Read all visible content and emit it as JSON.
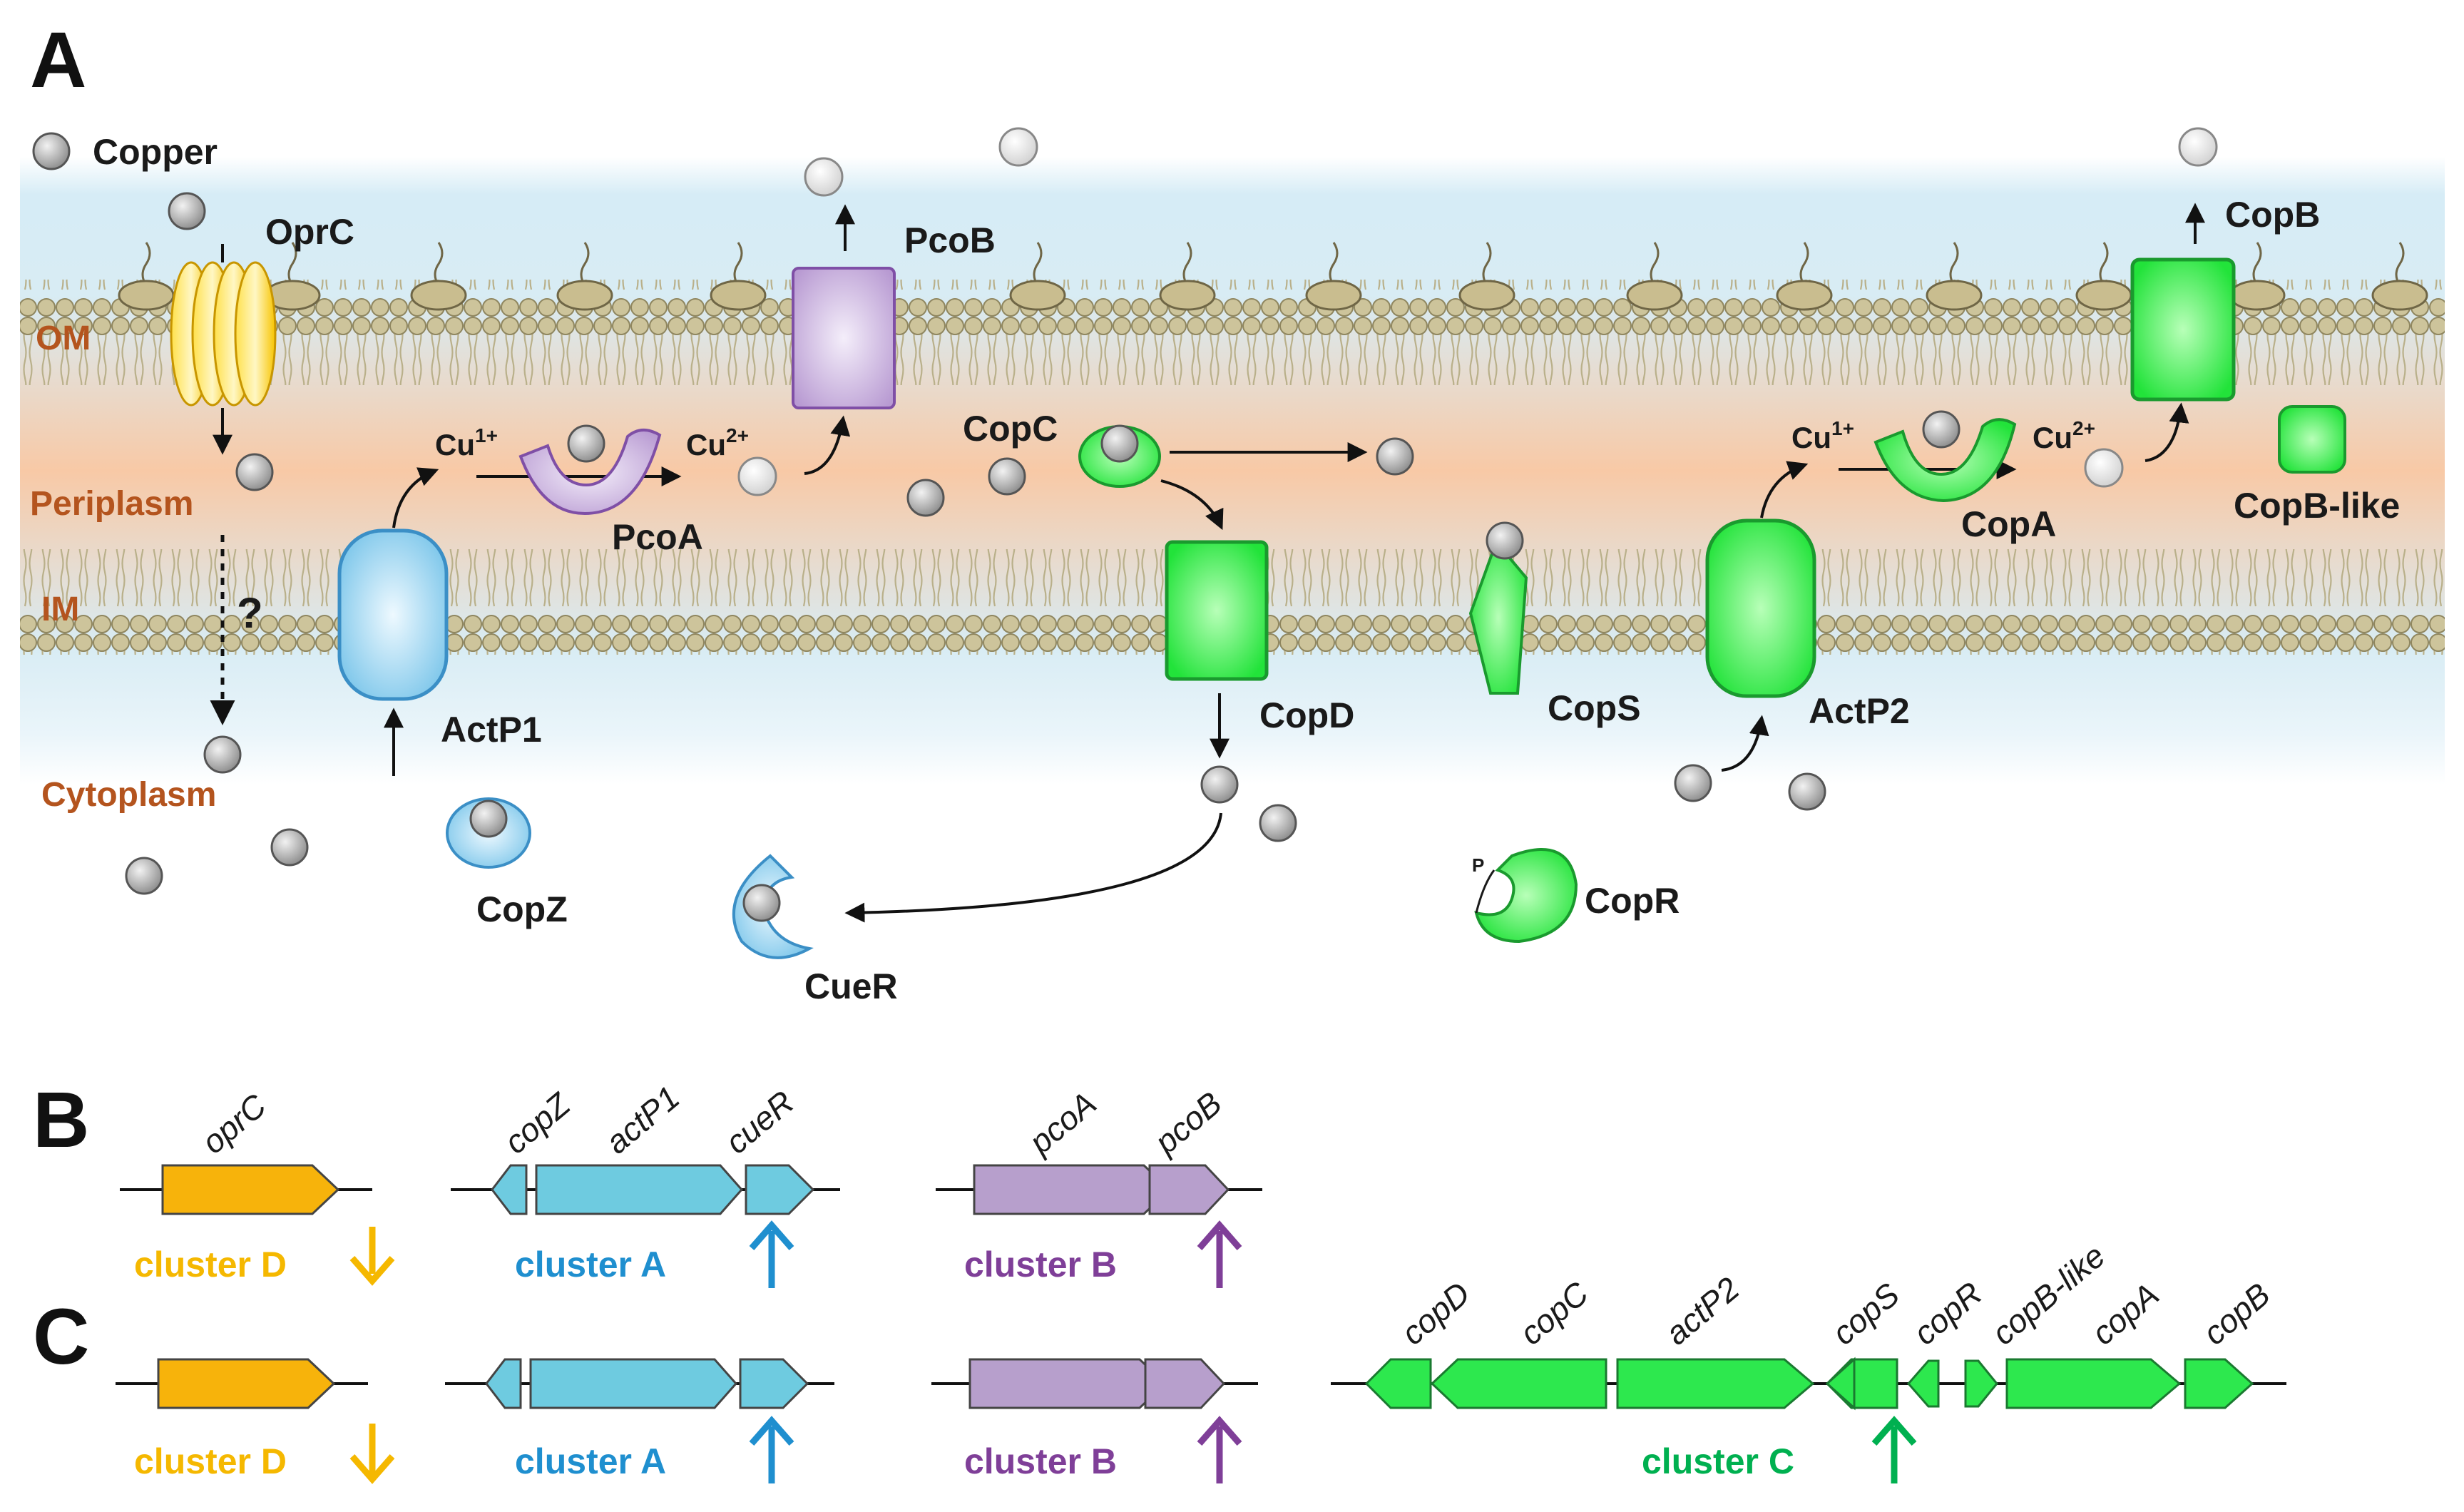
{
  "panels": {
    "a": "A",
    "b": "B",
    "c": "C"
  },
  "legend": {
    "copper": "Copper"
  },
  "regions": {
    "om": "OM",
    "periplasm": "Periplasm",
    "im": "IM",
    "cytoplasm": "Cytoplasm"
  },
  "unknown_mark": "?",
  "ions": {
    "cu1": "Cu",
    "cu1_sup": "1+",
    "cu2": "Cu",
    "cu2_sup": "2+"
  },
  "phospho": "P",
  "proteins": {
    "oprc": "OprC",
    "pcob": "PcoB",
    "pcoa": "PcoA",
    "actp1": "ActP1",
    "copz": "CopZ",
    "cuer": "CueR",
    "copc": "CopC",
    "copd": "CopD",
    "cops": "CopS",
    "copr": "CopR",
    "actp2": "ActP2",
    "copa": "CopA",
    "copb": "CopB",
    "copb_like": "CopB-like"
  },
  "genes": {
    "oprc": "oprC",
    "copz": "copZ",
    "actp1": "actP1",
    "cuer": "cueR",
    "pcoa": "pcoA",
    "pcob": "pcoB",
    "copd": "copD",
    "copc": "copC",
    "actp2": "actP2",
    "cops": "copS",
    "copr": "copR",
    "copb_like": "copB-like",
    "copa": "copA",
    "copb": "copB"
  },
  "clusters": {
    "d": "cluster D",
    "a": "cluster A",
    "b": "cluster B",
    "c": "cluster C"
  },
  "colors": {
    "cluster_d": "#f5b800",
    "cluster_a": "#1f8fcf",
    "cluster_b": "#7f3f98",
    "cluster_c": "#00b050",
    "gene_d": "#f7b30b",
    "gene_a": "#6ecbe0",
    "gene_b": "#b79fcc",
    "gene_c": "#2de84e",
    "membrane_head": "#c8bf96",
    "periplasm": "#f7c8a8",
    "outside": "#cfe8f4"
  }
}
